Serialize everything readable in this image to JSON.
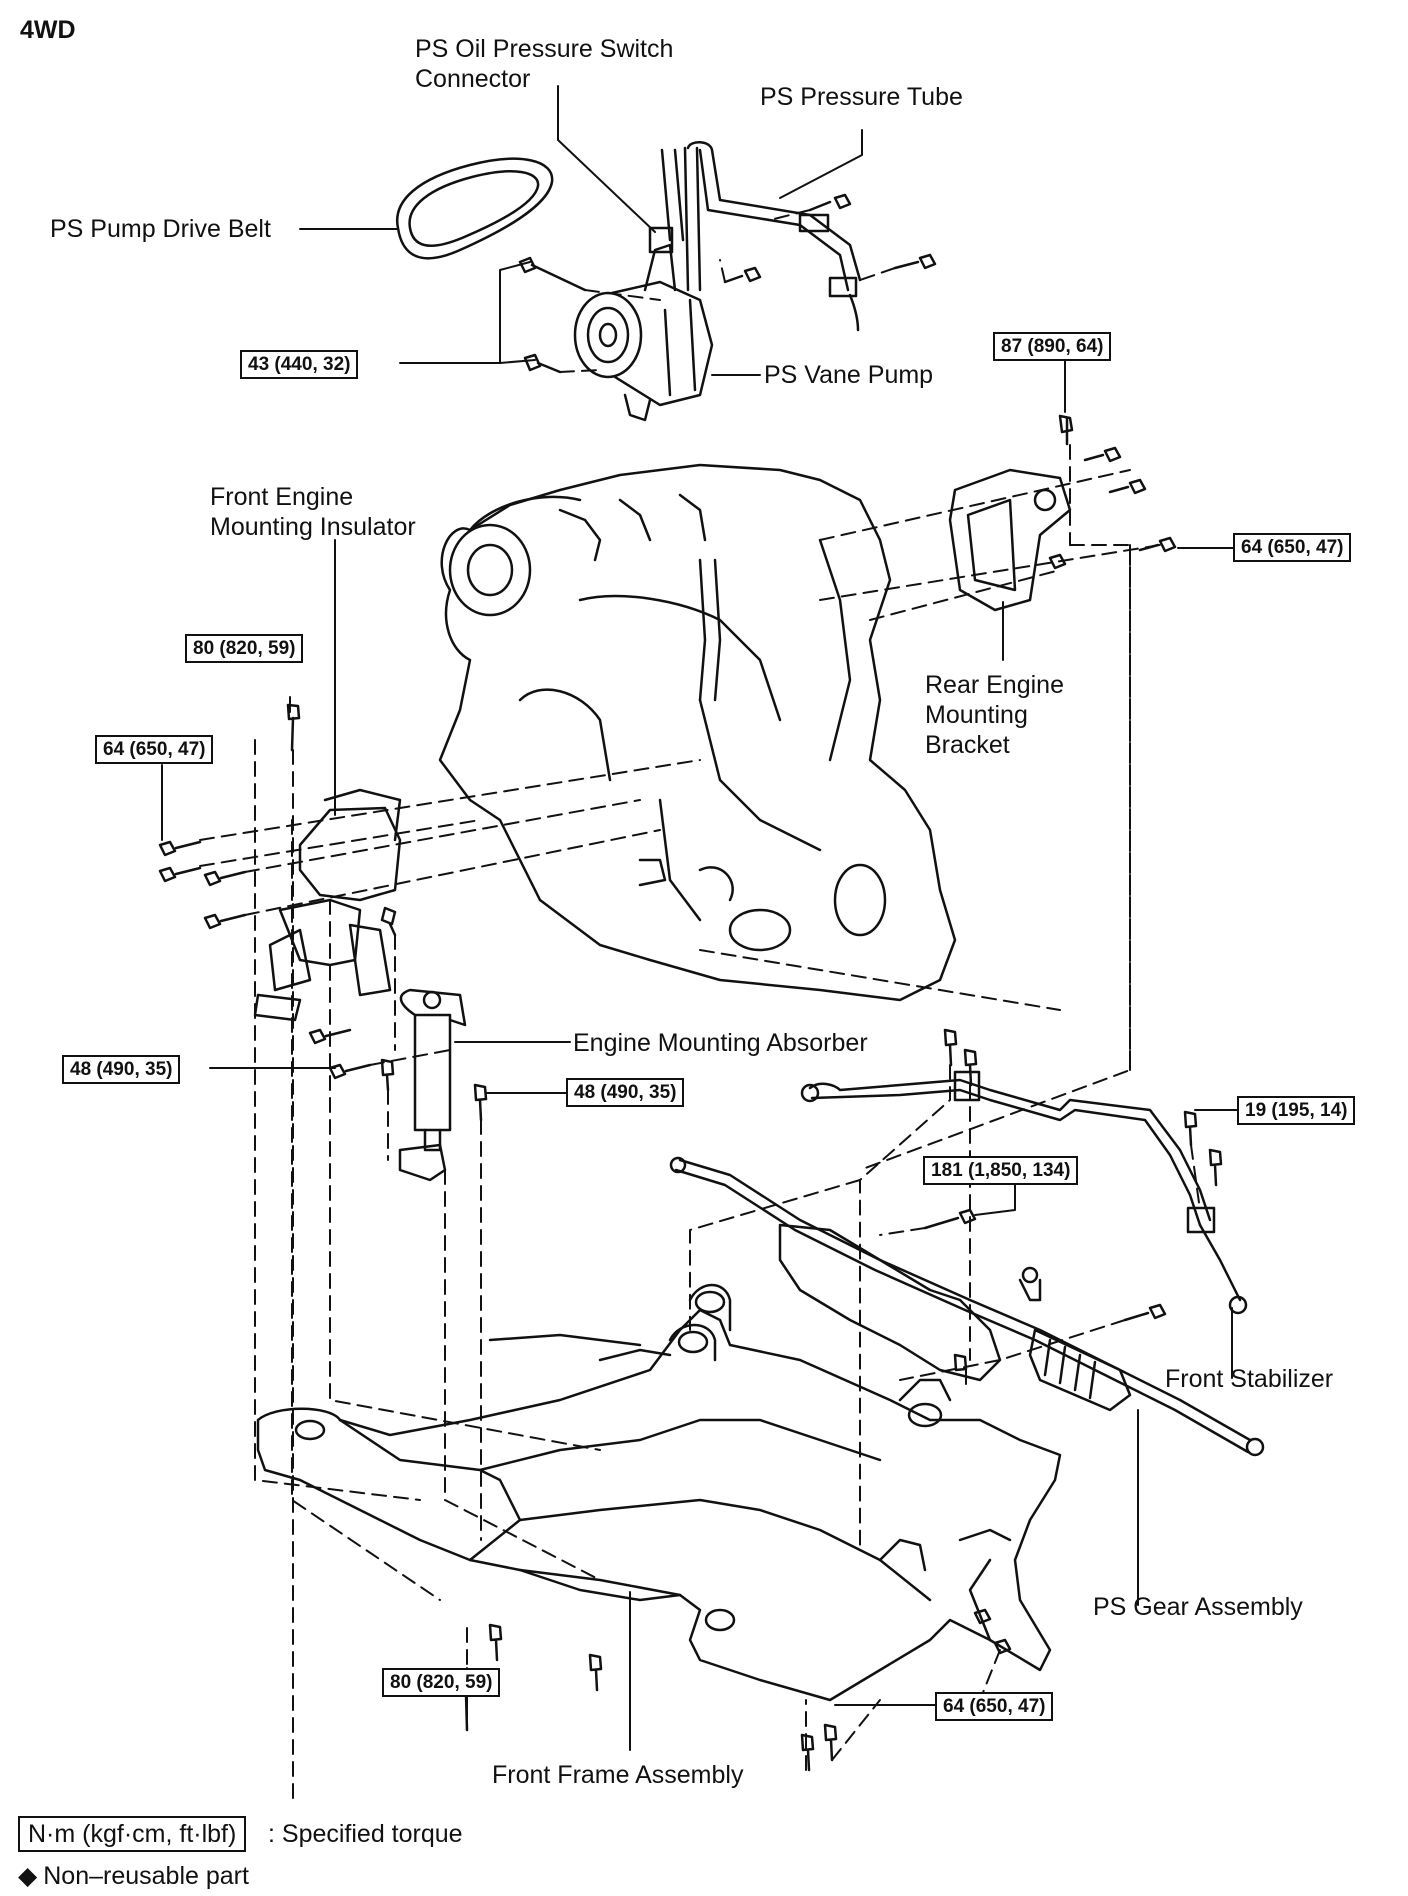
{
  "diagram_title": "4WD",
  "parts": {
    "ps_oil_pressure_switch_connector": "PS Oil Pressure Switch\nConnector",
    "ps_pressure_tube": "PS Pressure Tube",
    "ps_pump_drive_belt": "PS Pump Drive Belt",
    "ps_vane_pump": "PS Vane Pump",
    "front_engine_mounting_insulator": "Front Engine\nMounting Insulator",
    "rear_engine_mounting_bracket": "Rear Engine\nMounting\nBracket",
    "engine_mounting_absorber": "Engine Mounting Absorber",
    "front_stabilizer": "Front Stabilizer",
    "ps_gear_assembly": "PS Gear Assembly",
    "front_frame_assembly": "Front Frame Assembly"
  },
  "torques": {
    "vane_pump_bolts": "43 (440, 32)",
    "rear_bracket_top": "87 (890, 64)",
    "rear_bracket_side": "64 (650, 47)",
    "front_insulator_top": "80 (820, 59)",
    "front_insulator_side": "64 (650, 47)",
    "absorber_left": "48 (490, 35)",
    "absorber_right": "48 (490, 35)",
    "stabilizer_bracket": "19 (195, 14)",
    "gear_assembly": "181 (1,850, 134)",
    "frame_left": "80 (820, 59)",
    "frame_right": "64 (650, 47)"
  },
  "legend": {
    "torque_units": "N·m (kgf·cm, ft·lbf)",
    "torque_meaning": ": Specified torque",
    "non_reusable_symbol": "◆",
    "non_reusable_text": "Non–reusable part"
  }
}
